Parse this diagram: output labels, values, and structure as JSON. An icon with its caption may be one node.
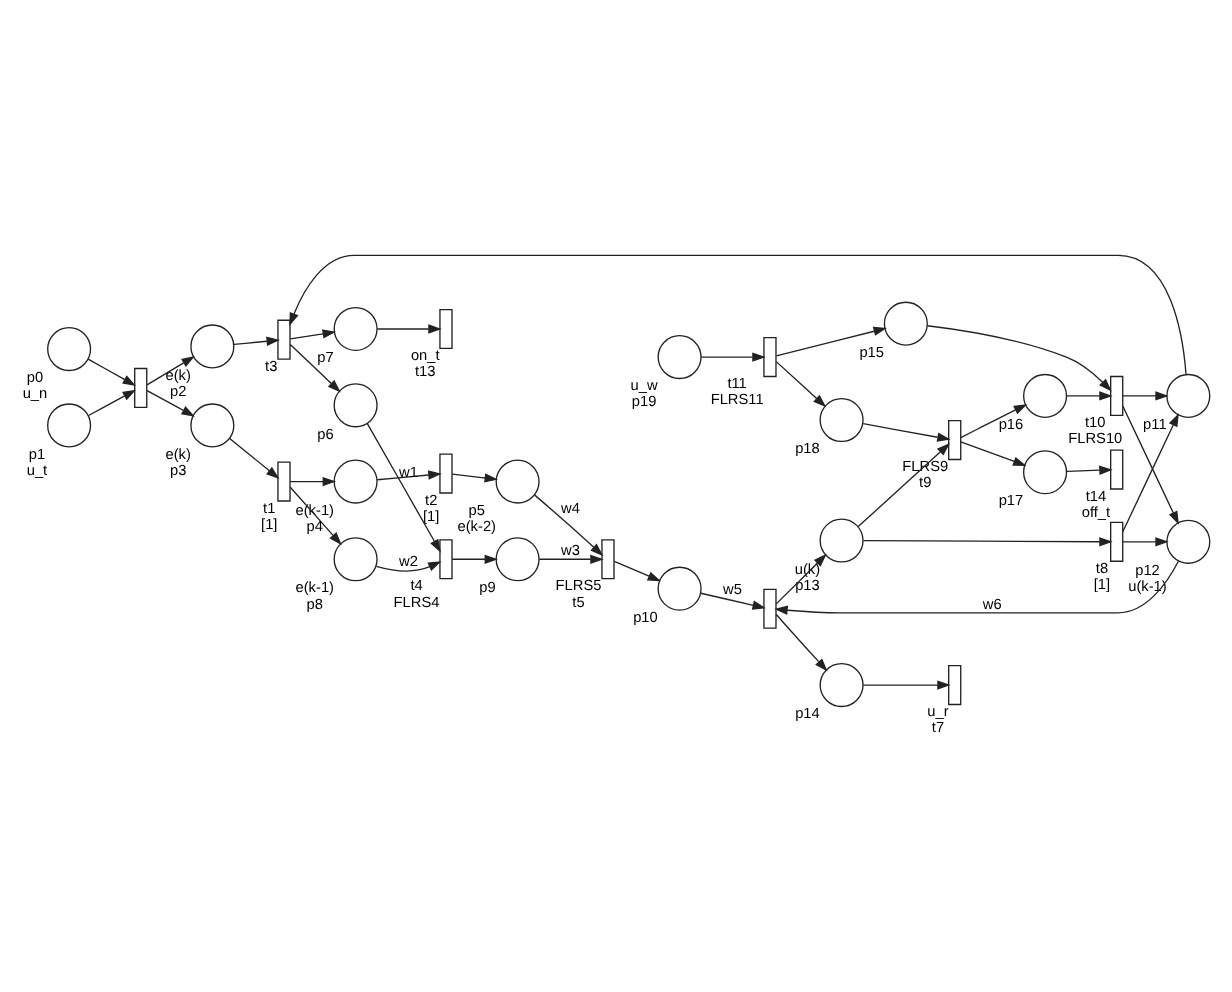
{
  "diagram": {
    "nodes": [
      {
        "text": [],
        "shape": "circle",
        "beside": [
          "p0",
          "u_n"
        ]
      },
      {
        "text": [],
        "shape": "circle",
        "beside": [
          "p1",
          "u_t"
        ]
      },
      {
        "text": [],
        "shape": "bar"
      },
      {
        "text": [],
        "shape": "circle",
        "beside": [
          "e(k)",
          "p2"
        ]
      },
      {
        "text": [],
        "shape": "circle",
        "beside": [
          "e(k)",
          "p3"
        ]
      },
      {
        "text": [],
        "shape": "bar",
        "beside": [
          "t1",
          "[1]"
        ]
      },
      {
        "text": [],
        "shape": "circle",
        "beside": [
          "e(k-1)",
          "p4"
        ]
      },
      {
        "text": [],
        "shape": "bar",
        "beside": [
          "t2",
          "[1]"
        ]
      },
      {
        "text": [],
        "shape": "circle",
        "beside": [
          "p5",
          "e(k-2)"
        ]
      },
      {
        "text": [],
        "shape": "circle",
        "beside": [
          "p7"
        ]
      },
      {
        "text": [],
        "shape": "bar",
        "beside": [
          "on_t",
          "t13"
        ]
      },
      {
        "text": [],
        "shape": "circle",
        "beside": [
          "e(k-1)",
          "p8"
        ]
      },
      {
        "text": [],
        "shape": "bar",
        "beside": [
          "t3"
        ]
      },
      {
        "text": [],
        "shape": "bar",
        "beside": [
          "u_r",
          "t7"
        ]
      },
      {
        "text": [],
        "shape": "circle",
        "beside": [
          "p6"
        ]
      },
      {
        "text": [],
        "shape": "bar",
        "beside": [
          "t4",
          "FLRS4"
        ]
      },
      {
        "text": [],
        "shape": "circle",
        "beside": [
          "p9"
        ]
      },
      {
        "text": [],
        "shape": "bar",
        "beside": [
          "FLRS5",
          "t5"
        ]
      },
      {
        "text": [],
        "shape": "circle",
        "beside": [
          "p10"
        ]
      },
      {
        "text": [],
        "shape": "circle",
        "beside": [
          "p11"
        ]
      },
      {
        "text": [],
        "shape": "circle",
        "beside": [
          "p14"
        ]
      },
      {
        "text": [],
        "shape": "bar"
      },
      {
        "text": [],
        "shape": "circle",
        "beside": [
          "p12",
          "u(k-1)"
        ]
      },
      {
        "text": [],
        "shape": "circle",
        "beside": [
          "u(k)",
          "p13"
        ]
      },
      {
        "text": [],
        "shape": "bar",
        "beside": [
          "t10",
          "FLRS10"
        ]
      },
      {
        "text": [],
        "shape": "bar",
        "beside": [
          "t8",
          "[1]"
        ]
      },
      {
        "text": [],
        "shape": "circle",
        "beside": [
          "p16"
        ]
      },
      {
        "text": [],
        "shape": "bar",
        "beside": [
          "FLRS9",
          "t9"
        ]
      },
      {
        "text": [],
        "shape": "circle",
        "beside": [
          "p15"
        ]
      },
      {
        "text": [],
        "shape": "bar",
        "beside": [
          "t11",
          "FLRS11"
        ]
      },
      {
        "text": [],
        "shape": "circle",
        "beside": [
          "p18"
        ]
      },
      {
        "text": [],
        "shape": "circle",
        "beside": [
          "p17"
        ]
      },
      {
        "text": [],
        "shape": "bar",
        "beside": [
          "t14",
          "off_t"
        ]
      },
      {
        "text": [],
        "shape": "circle",
        "beside": [
          "u_w",
          "p19"
        ]
      }
    ],
    "edges": [
      {
        "from": 0,
        "to": 2,
        "arrow": "to"
      },
      {
        "from": 1,
        "to": 2,
        "arrow": "to"
      },
      {
        "from": 2,
        "to": 3,
        "arrow": "to"
      },
      {
        "from": 2,
        "to": 4,
        "arrow": "to"
      },
      {
        "from": 4,
        "to": 5,
        "arrow": "to"
      },
      {
        "from": 5,
        "to": 6,
        "arrow": "to"
      },
      {
        "from": 5,
        "to": 11,
        "arrow": "to"
      },
      {
        "from": 6,
        "to": 7,
        "arrow": "to"
      },
      {
        "from": 7,
        "to": 8,
        "arrow": "to"
      },
      {
        "from": 3,
        "to": 12,
        "arrow": "to"
      },
      {
        "from": 12,
        "to": 9,
        "arrow": "to"
      },
      {
        "from": 12,
        "to": 14,
        "arrow": "to"
      },
      {
        "from": 9,
        "to": 10,
        "arrow": "to"
      },
      {
        "from": 11,
        "to": 15,
        "label": "w2",
        "arrow": "to"
      },
      {
        "from": 14,
        "to": 15,
        "label": "w1",
        "arrow": "to"
      },
      {
        "from": 15,
        "to": 16,
        "arrow": "to"
      },
      {
        "from": 16,
        "to": 17,
        "label": "w3",
        "arrow": "to"
      },
      {
        "from": 8,
        "to": 17,
        "label": "w4",
        "arrow": "to"
      },
      {
        "from": 17,
        "to": 18,
        "arrow": "to"
      },
      {
        "from": 18,
        "to": 21,
        "label": "w5",
        "arrow": "to"
      },
      {
        "from": 22,
        "to": 21,
        "label": "w6",
        "arrow": "to"
      },
      {
        "from": 21,
        "to": 20,
        "arrow": "to"
      },
      {
        "from": 21,
        "to": 23,
        "arrow": "to"
      },
      {
        "from": 20,
        "to": 13,
        "arrow": "to"
      },
      {
        "from": 23,
        "to": 25,
        "arrow": "to"
      },
      {
        "from": 25,
        "to": 22,
        "arrow": "to"
      },
      {
        "from": 25,
        "to": 19,
        "arrow": "to"
      },
      {
        "from": 23,
        "to": 27,
        "arrow": "to"
      },
      {
        "from": 24,
        "to": 22,
        "arrow": "to"
      },
      {
        "from": 26,
        "to": 24,
        "arrow": "to"
      },
      {
        "from": 24,
        "to": 19,
        "arrow": "to"
      },
      {
        "from": 19,
        "to": 12,
        "arrow": "to"
      },
      {
        "from": 28,
        "to": 24,
        "arrow": "to"
      },
      {
        "from": 27,
        "to": 26,
        "arrow": "to"
      },
      {
        "from": 30,
        "to": 27,
        "arrow": "to"
      },
      {
        "from": 27,
        "to": 31,
        "arrow": "to"
      },
      {
        "from": 31,
        "to": 32,
        "arrow": "to"
      },
      {
        "from": 29,
        "to": 28,
        "arrow": "to"
      },
      {
        "from": 29,
        "to": 30,
        "arrow": "to"
      },
      {
        "from": 33,
        "to": 29,
        "arrow": "to"
      }
    ]
  }
}
